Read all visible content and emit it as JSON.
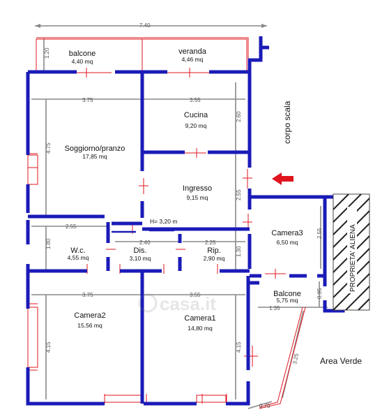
{
  "rooms": {
    "balcone_top": {
      "name": "balcone",
      "area": "4,40 mq"
    },
    "veranda": {
      "name": "veranda",
      "area": "4,46 mq"
    },
    "cucina": {
      "name": "Cucina",
      "area": "9,20 mq"
    },
    "soggiorno": {
      "name": "Soggiorno/pranzo",
      "area": "17,85 mq"
    },
    "ingresso": {
      "name": "Ingresso",
      "area": "9,15 mq"
    },
    "wc": {
      "name": "W.c.",
      "area": "4,55 mq"
    },
    "dis": {
      "name": "Dis.",
      "area": "3,10 mq"
    },
    "rip": {
      "name": "Rip.",
      "area": "2,90 mq"
    },
    "camera3": {
      "name": "Camera3",
      "area": "6,50 mq"
    },
    "balcone_right": {
      "name": "Balcone",
      "area": "5,75 mq"
    },
    "camera2": {
      "name": "Camera2",
      "area": "15,56 mq"
    },
    "camera1": {
      "name": "Camera1",
      "area": "14,80 mq"
    }
  },
  "labels": {
    "corpo_scala": "corpo scala",
    "area_verde": "Area Verde",
    "proprieta_aliena": "PROPRIETA' ALIENA",
    "height_note": "H= 3,20 m",
    "watermark": "casa.it"
  },
  "dimensions": {
    "total_width": "7.40",
    "balcone_depth": "1.20",
    "soggiorno_width": "3.75",
    "cucina_width": "3.55",
    "cucina_depth": "2.60",
    "soggiorno_depth": "4.75",
    "ingresso_depth": "2.55",
    "wc_width": "2.55",
    "wc_depth": "1.80",
    "dis_width": "2.40",
    "rip_width": "2.25",
    "rip_depth": "1.30",
    "camera3_depth": "2.55",
    "camera2_width": "3.75",
    "camera1_width": "3.55",
    "camera2_depth": "4.15",
    "camera1_depth": "4.15",
    "balcone_right_width": "1.35",
    "balcone_right_depth": "0.95",
    "garden_edge": "3.25",
    "bottom_edge": "0.70"
  }
}
